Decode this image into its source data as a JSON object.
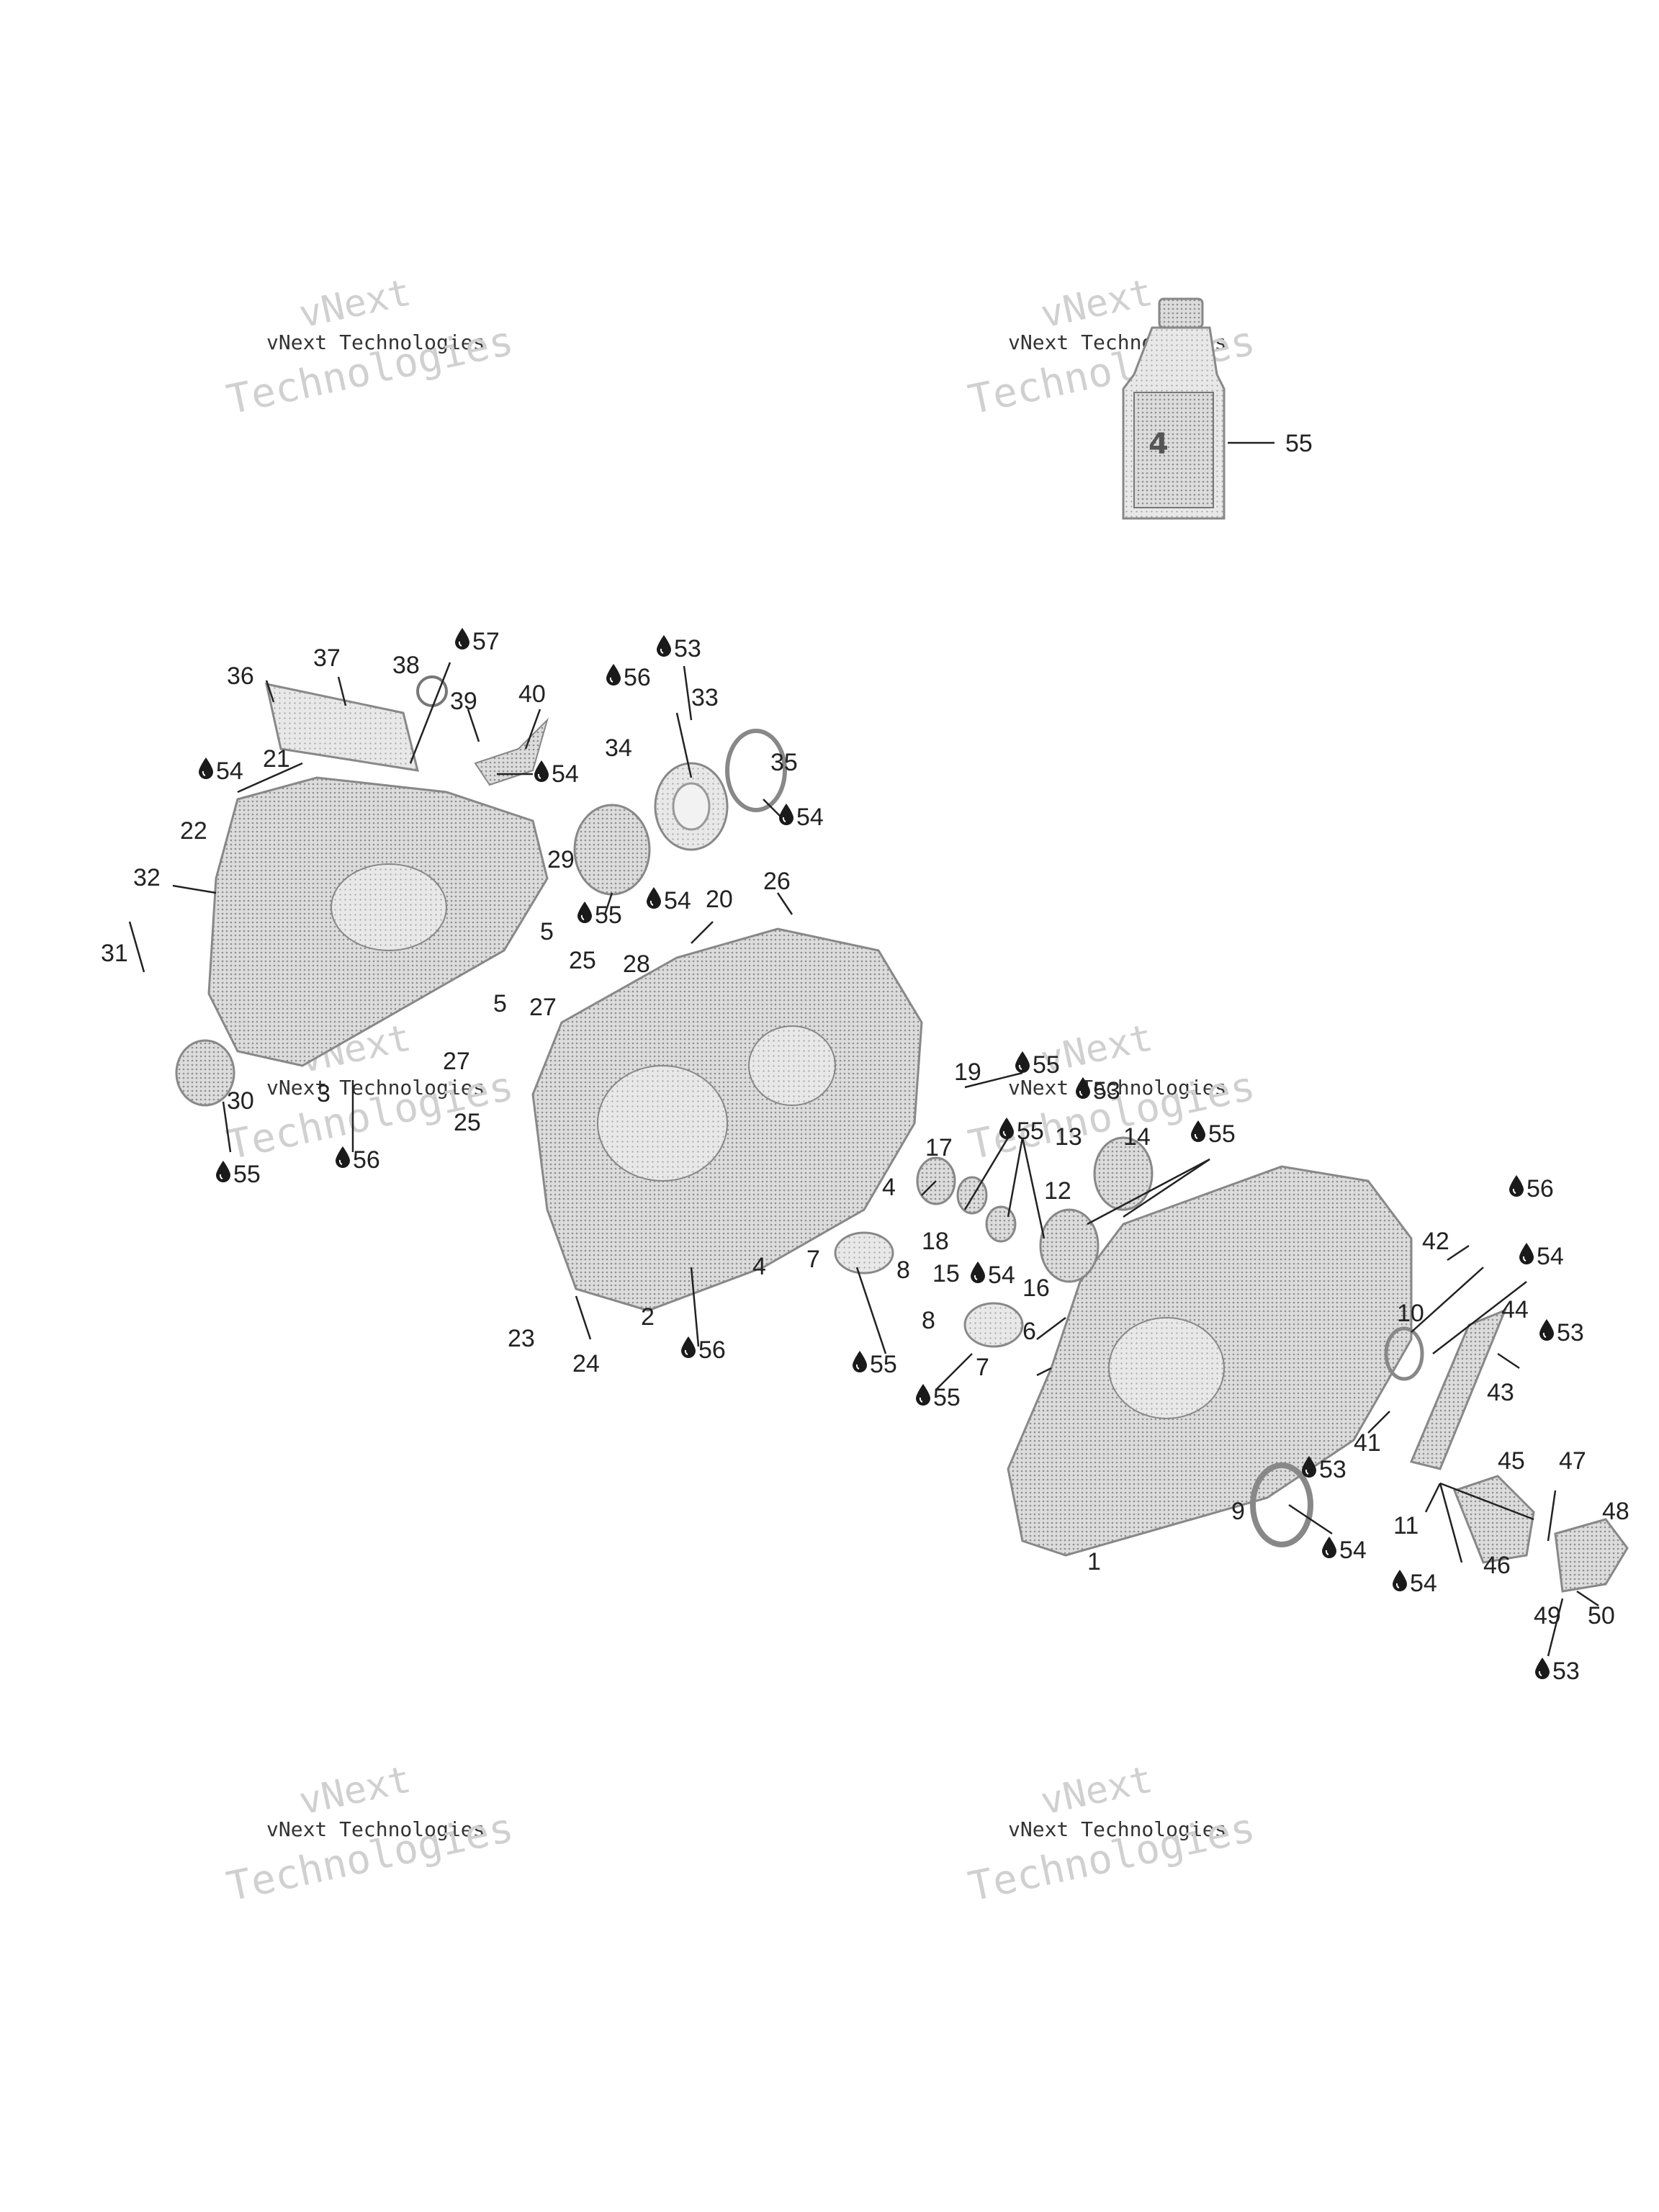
{
  "watermark": {
    "line1": "vNext Technologies",
    "line2": "vNext",
    "line3": "Technologies"
  },
  "oil_bottle": {
    "callout": "55",
    "digit": "4"
  },
  "callouts": [
    {
      "id": "c1",
      "text": "1"
    },
    {
      "id": "c2",
      "text": "2"
    },
    {
      "id": "c3",
      "text": "3"
    },
    {
      "id": "c4a",
      "text": "4"
    },
    {
      "id": "c4b",
      "text": "4"
    },
    {
      "id": "c5a",
      "text": "5"
    },
    {
      "id": "c5b",
      "text": "5"
    },
    {
      "id": "c6",
      "text": "6"
    },
    {
      "id": "c7a",
      "text": "7"
    },
    {
      "id": "c7b",
      "text": "7"
    },
    {
      "id": "c8a",
      "text": "8"
    },
    {
      "id": "c8b",
      "text": "8"
    },
    {
      "id": "c9",
      "text": "9"
    },
    {
      "id": "c10",
      "text": "10"
    },
    {
      "id": "c11",
      "text": "11"
    },
    {
      "id": "c12",
      "text": "12"
    },
    {
      "id": "c13",
      "text": "13"
    },
    {
      "id": "c14",
      "text": "14"
    },
    {
      "id": "c15",
      "text": "15"
    },
    {
      "id": "c16",
      "text": "16"
    },
    {
      "id": "c17",
      "text": "17"
    },
    {
      "id": "c18",
      "text": "18"
    },
    {
      "id": "c19",
      "text": "19"
    },
    {
      "id": "c20",
      "text": "20"
    },
    {
      "id": "c21",
      "text": "21"
    },
    {
      "id": "c22",
      "text": "22"
    },
    {
      "id": "c23",
      "text": "23"
    },
    {
      "id": "c24",
      "text": "24"
    },
    {
      "id": "c25a",
      "text": "25"
    },
    {
      "id": "c25b",
      "text": "25"
    },
    {
      "id": "c26",
      "text": "26"
    },
    {
      "id": "c27a",
      "text": "27"
    },
    {
      "id": "c27b",
      "text": "27"
    },
    {
      "id": "c28",
      "text": "28"
    },
    {
      "id": "c29",
      "text": "29"
    },
    {
      "id": "c30",
      "text": "30"
    },
    {
      "id": "c31",
      "text": "31"
    },
    {
      "id": "c32",
      "text": "32"
    },
    {
      "id": "c33",
      "text": "33"
    },
    {
      "id": "c34",
      "text": "34"
    },
    {
      "id": "c35",
      "text": "35"
    },
    {
      "id": "c36",
      "text": "36"
    },
    {
      "id": "c37",
      "text": "37"
    },
    {
      "id": "c38",
      "text": "38"
    },
    {
      "id": "c39",
      "text": "39"
    },
    {
      "id": "c40",
      "text": "40"
    },
    {
      "id": "c41",
      "text": "41"
    },
    {
      "id": "c42",
      "text": "42"
    },
    {
      "id": "c43",
      "text": "43"
    },
    {
      "id": "c44",
      "text": "44"
    },
    {
      "id": "c45",
      "text": "45"
    },
    {
      "id": "c46",
      "text": "46"
    },
    {
      "id": "c47",
      "text": "47"
    },
    {
      "id": "c48",
      "text": "48"
    },
    {
      "id": "c49",
      "text": "49"
    },
    {
      "id": "c50",
      "text": "50"
    }
  ],
  "lube_marks": [
    {
      "id": "l57",
      "text": "57"
    },
    {
      "id": "l53a",
      "text": "53"
    },
    {
      "id": "l56a",
      "text": "56"
    },
    {
      "id": "l54a",
      "text": "54"
    },
    {
      "id": "l54b",
      "text": "54"
    },
    {
      "id": "l54c",
      "text": "54"
    },
    {
      "id": "l55a",
      "text": "55"
    },
    {
      "id": "l54d",
      "text": "54"
    },
    {
      "id": "l55b",
      "text": "55"
    },
    {
      "id": "l56b",
      "text": "56"
    },
    {
      "id": "l55c",
      "text": "55"
    },
    {
      "id": "l53b",
      "text": "53"
    },
    {
      "id": "l55d",
      "text": "55"
    },
    {
      "id": "l55e",
      "text": "55"
    },
    {
      "id": "l54e",
      "text": "54"
    },
    {
      "id": "l56c",
      "text": "56"
    },
    {
      "id": "l55f",
      "text": "55"
    },
    {
      "id": "l55g",
      "text": "55"
    },
    {
      "id": "l56d",
      "text": "56"
    },
    {
      "id": "l54f",
      "text": "54"
    },
    {
      "id": "l53c",
      "text": "53"
    },
    {
      "id": "l53d",
      "text": "53"
    },
    {
      "id": "l54g",
      "text": "54"
    },
    {
      "id": "l54h",
      "text": "54"
    },
    {
      "id": "l53e",
      "text": "53"
    }
  ]
}
